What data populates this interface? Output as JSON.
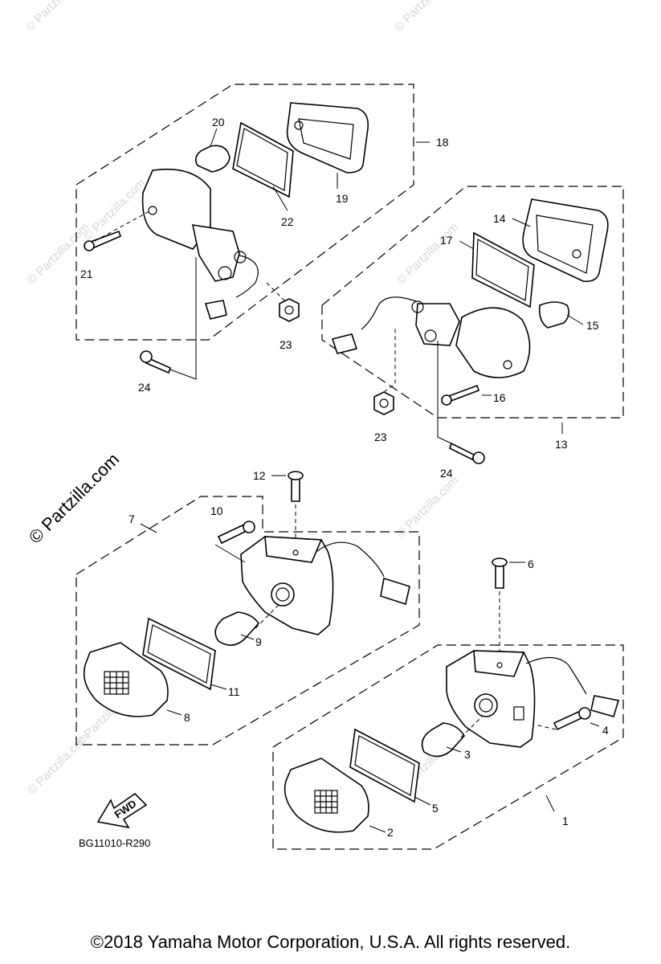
{
  "watermark": {
    "main": "© Partzilla.com",
    "faint": "© Partzilla.com"
  },
  "callouts": {
    "c1": "1",
    "c2": "2",
    "c3": "3",
    "c4": "4",
    "c5": "5",
    "c6": "6",
    "c7": "7",
    "c8": "8",
    "c9": "9",
    "c10": "10",
    "c11": "11",
    "c12": "12",
    "c13": "13",
    "c14": "14",
    "c15": "15",
    "c16": "16",
    "c17": "17",
    "c18": "18",
    "c19": "19",
    "c20": "20",
    "c21": "21",
    "c22": "22",
    "c23a": "23",
    "c23b": "23",
    "c24a": "24",
    "c24b": "24"
  },
  "fwd_label": "FWD",
  "reference_code": "BG11010-R290",
  "copyright": "©2018 Yamaha Motor Corporation, U.S.A. All rights reserved."
}
